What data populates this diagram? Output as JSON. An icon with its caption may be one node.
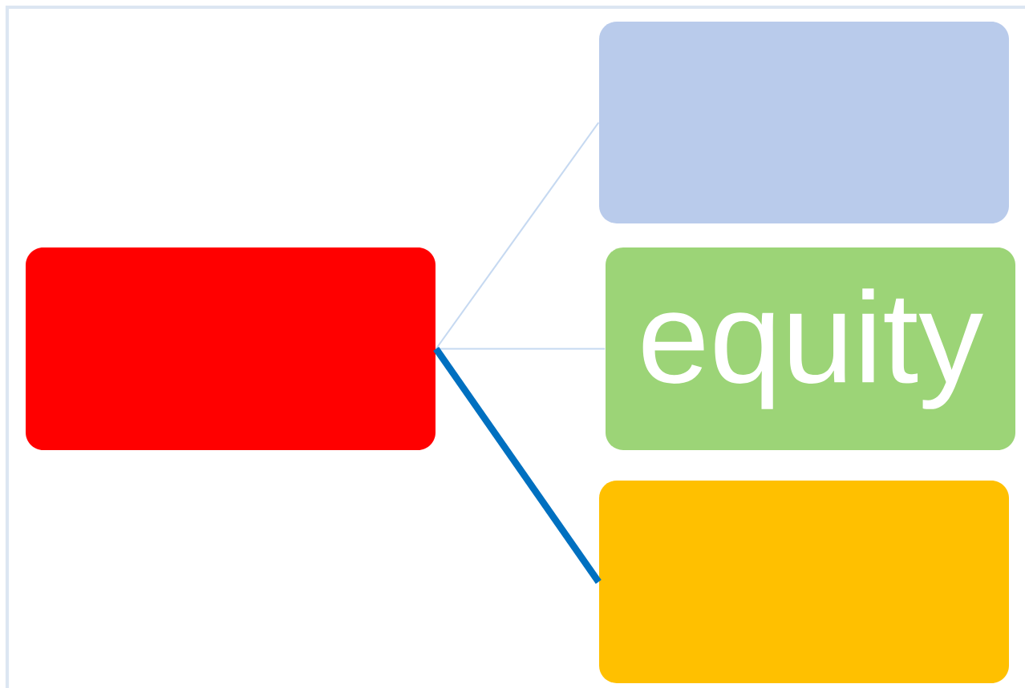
{
  "diagram": {
    "nodes": [
      {
        "text": [],
        "shape": "box"
      },
      {
        "text": [],
        "shape": "box"
      },
      {
        "text": [
          "equity"
        ]
      },
      {
        "text": [],
        "shape": "box"
      }
    ],
    "edges": [
      {
        "from": 0,
        "to": 1,
        "arrow": "none"
      },
      {
        "from": 0,
        "to": 2,
        "arrow": "none"
      },
      {
        "from": 0,
        "to": 3,
        "arrow": "none",
        "style": "thick",
        "color": "#0070c0"
      }
    ]
  }
}
